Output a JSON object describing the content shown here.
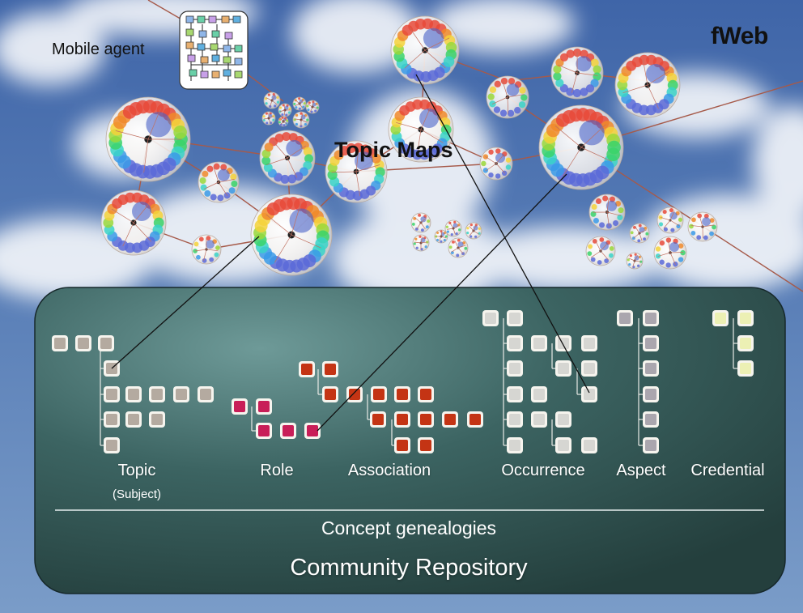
{
  "brand": "fWeb",
  "mobile_agent_label": "Mobile agent",
  "topic_maps_label": "Topic Maps",
  "categories": [
    {
      "key": "topic",
      "label": "Topic",
      "sublabel": "(Subject)",
      "color": "#b4aaa0"
    },
    {
      "key": "role",
      "label": "Role",
      "color": "#c81e58"
    },
    {
      "key": "association",
      "label": "Association",
      "color": "#c43414"
    },
    {
      "key": "occurrence",
      "label": "Occurrence",
      "color": "#d6d6d2"
    },
    {
      "key": "aspect",
      "label": "Aspect",
      "color": "#aaa6ae"
    },
    {
      "key": "credential",
      "label": "Credential",
      "color": "#ecf0b4"
    }
  ],
  "footer": {
    "genealogies": "Concept genealogies",
    "repository": "Community Repository"
  },
  "colors": {
    "panel": "#2f5654",
    "sky": "#4a6fae",
    "link": "#a05a4a",
    "connector": "#111111"
  }
}
